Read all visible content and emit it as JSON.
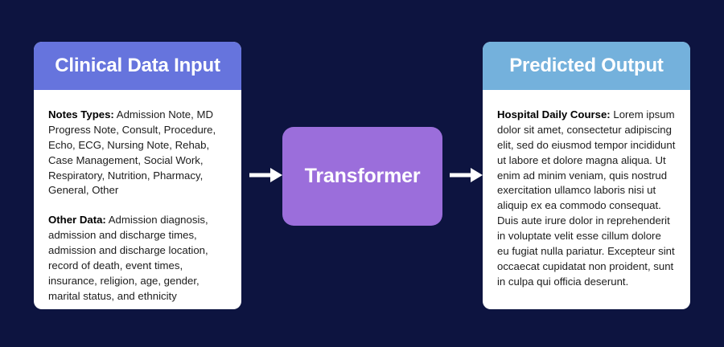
{
  "background_color": "#0d1440",
  "diagram": {
    "input_card": {
      "header": {
        "title": "Clinical Data Input",
        "color": "#6674dd"
      },
      "sections": [
        {
          "lead": "Notes Types:",
          "text": " Admission Note, MD Progress Note, Consult, Procedure, Echo, ECG, Nursing Note, Rehab, Case Management, Social Work, Respiratory, Nutrition, Pharmacy, General, Other"
        },
        {
          "lead": "Other Data:",
          "text": " Admission diagnosis, admission and discharge times, admission and discharge location, record of death, event times, insurance, religion, age, gender, marital status, and ethnicity"
        }
      ]
    },
    "processor": {
      "label": "Transformer",
      "color": "#9b6edb"
    },
    "arrows": {
      "input_arrow_name": "right-arrow-icon",
      "output_arrow_name": "right-arrow-icon",
      "color": "#ffffff"
    },
    "output_card": {
      "header": {
        "title": "Predicted Output",
        "color": "#74b1dc"
      },
      "sections": [
        {
          "lead": "Hospital Daily Course:",
          "text": " Lorem ipsum dolor sit amet, consectetur adipiscing elit, sed do eiusmod tempor incididunt ut labore et dolore magna aliqua. Ut enim ad minim veniam, quis nostrud exercitation ullamco laboris nisi ut aliquip ex ea commodo consequat. Duis aute irure dolor in reprehenderit in voluptate velit esse cillum dolore eu fugiat nulla pariatur. Excepteur sint occaecat cupidatat non proident, sunt in culpa qui officia deserunt."
        }
      ]
    }
  }
}
